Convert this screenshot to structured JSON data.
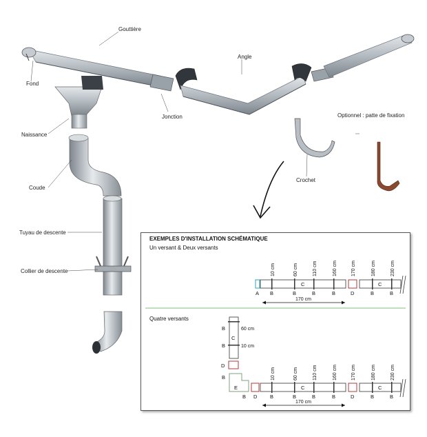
{
  "labels": {
    "gouttiere": "Gouttière",
    "angle": "Angle",
    "fond": "Fond",
    "jonction": "Jonction",
    "naissance": "Naissance",
    "optionnel": "Optionnel : patte de fixation",
    "coude": "Coude",
    "crochet": "Crochet",
    "tuyau": "Tuyau de descente",
    "collier": "Collier de descente"
  },
  "schema": {
    "title": "EXEMPLES D'INSTALLATION SCHÉMATIQUE",
    "section1": "Un versant & Deux versants",
    "section2": "Quatre versants",
    "dims_top": [
      "10 cm",
      "60 cm",
      "110 cm",
      "160 cm",
      "170 cm",
      "180 cm",
      "230 cm"
    ],
    "dims_v": [
      "60 cm",
      "10 cm"
    ],
    "span": "170 cm",
    "letters": {
      "a": "A",
      "b": "B",
      "c": "C",
      "d": "D",
      "e": "E"
    }
  },
  "colors": {
    "metal": "#b9c0c6",
    "metal_dark": "#7d868e",
    "red_box": "#b33a3a",
    "cyan_box": "#2fa3b5",
    "green_line": "#7fbf7f",
    "bracket": "#6b3a2a"
  }
}
